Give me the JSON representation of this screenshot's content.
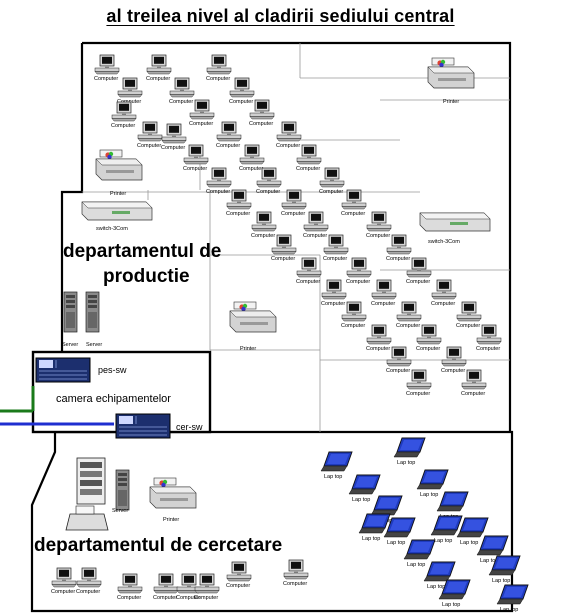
{
  "title": "al treilea nivel al cladirii sediului central",
  "rooms": {
    "production": "departamentul de productie",
    "production_line1": "departamentul de",
    "production_line2": "productie",
    "research": "departamentul de cercetare",
    "equipment": "camera echipamentelor"
  },
  "devices": {
    "computer": "Computer",
    "printer": "Printer",
    "laptop": "Lap top",
    "switch": "switch-3Com",
    "server": "Server",
    "pes_sw": "pes-sw",
    "cer_sw": "cer-sw"
  },
  "colors": {
    "wall": "#000000",
    "partition": "#888888",
    "link_green": "#1a7a1a",
    "link_blue": "#1f2fd0",
    "switch_panel": "#1c2f6e",
    "laptop_screen": "#1f3bbf"
  },
  "icons": [
    "computer-icon",
    "printer-icon",
    "laptop-icon",
    "switch-icon",
    "server-icon",
    "rack-switch-icon",
    "fax-icon"
  ]
}
